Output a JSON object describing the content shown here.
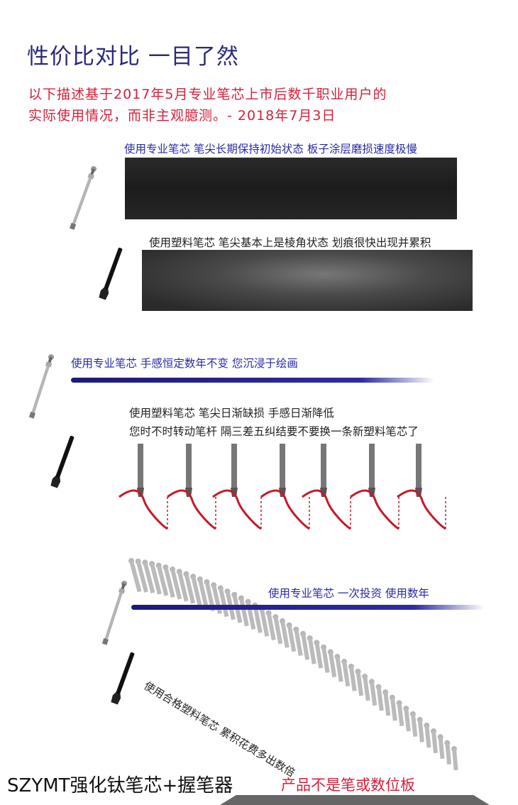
{
  "title": "性价比对比 一目了然",
  "intro": {
    "line1": "以下描述基于2017年5月专业笔芯上市后数千职业用户的",
    "line2": "实际使用情况，而非主观臆测。- 2018年7月3日"
  },
  "section1": {
    "pro_caption": "使用专业笔芯 笔尖长期保持初始状态 板子涂层磨损速度极慢",
    "plastic_caption": "使用塑料笔芯 笔尖基本上是棱角状态 划痕很快出现并累积"
  },
  "section2": {
    "pro_caption": "使用专业笔芯 手感恒定数年不变 您沉浸于绘画",
    "plastic_caption_line1": "使用塑料笔芯 笔尖日渐缺损 手感日渐降低",
    "plastic_caption_line2": "您时不时转动笔杆 隔三差五纠结要不要换一条新塑料笔芯了"
  },
  "section3": {
    "pro_caption": "使用专业笔芯 一次投资 使用数年",
    "plastic_caption": "使用合格塑料笔芯 累积花费多出数倍"
  },
  "footer": {
    "product": "SZYMT强化钛笔芯+握笔器",
    "note": "产品不是笔或数位板"
  },
  "colors": {
    "title": "#2b2b78",
    "red": "#d4203a",
    "blue": "#2a2aa6"
  }
}
